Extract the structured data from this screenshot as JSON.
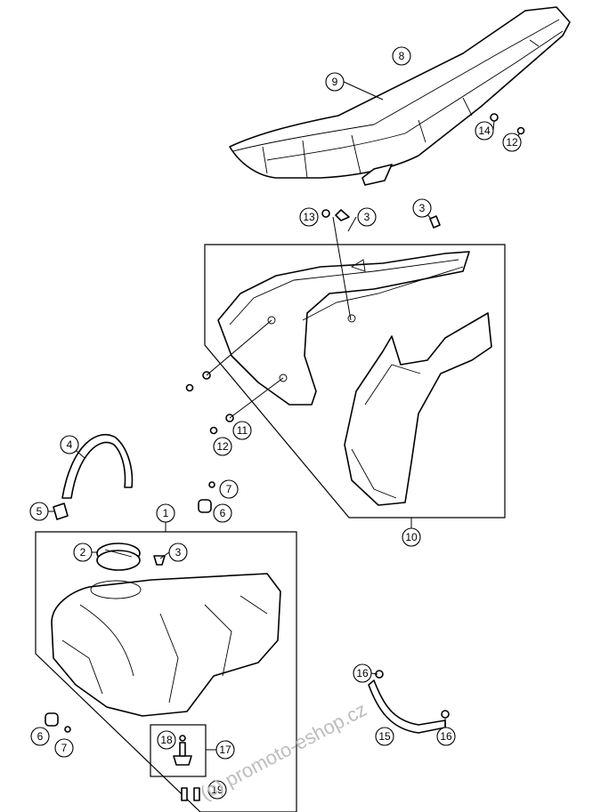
{
  "callouts": {
    "c1": "1",
    "c2": "2",
    "c3a": "3",
    "c3b": "3",
    "c3c": "3",
    "c4": "4",
    "c5": "5",
    "c6a": "6",
    "c6b": "6",
    "c7a": "7",
    "c7b": "7",
    "c8": "8",
    "c9": "9",
    "c10": "10",
    "c11": "11",
    "c12a": "12",
    "c12b": "12",
    "c13": "13",
    "c14": "14",
    "c15": "15",
    "c16a": "16",
    "c16b": "16",
    "c17": "17",
    "c18": "18",
    "c19": "19"
  },
  "watermark": "(c) promoto-eshop.cz"
}
